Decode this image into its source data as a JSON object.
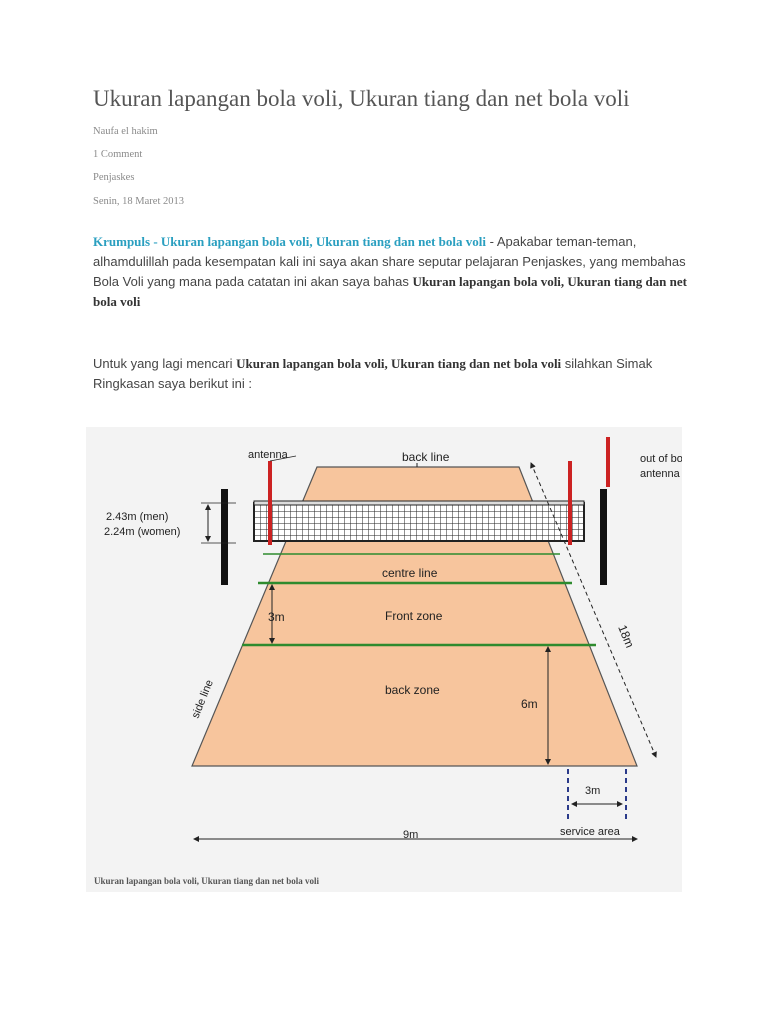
{
  "article": {
    "title": "Ukuran lapangan bola voli, Ukuran tiang dan net bola voli",
    "author": "Naufa el hakim",
    "comments": "1 Comment",
    "category": "Penjaskes",
    "date": "Senin, 18 Maret 2013"
  },
  "intro": {
    "link": "Krumpuls - Ukuran lapangan bola voli, Ukuran tiang dan net bola voli",
    "text1": " - Apakabar teman-teman, alhamdulillah pada kesempatan kali ini saya akan share seputar pelajaran Penjaskes, yang membahas Bola Voli yang mana pada catatan ini akan saya bahas ",
    "bold": "Ukuran lapangan bola voli, Ukuran tiang dan net bola voli"
  },
  "second": {
    "text1": "Untuk yang lagi mencari ",
    "bold": "Ukuran lapangan bola voli, Ukuran tiang dan net bola voli",
    "text2": " silahkan Simak Ringkasan saya berikut ini :"
  },
  "diagram": {
    "antenna": "antenna",
    "back_line": "back line",
    "out_of_bounds_1": "out of bounds",
    "out_of_bounds_2": "antenna",
    "net_men": "2.43m (men)",
    "net_women": "2.24m (women)",
    "centre_line": "centre line",
    "front_zone": "Front zone",
    "dim_3m": "3m",
    "dim_18m": "18m",
    "side_line": "side line",
    "back_zone": "back zone",
    "dim_6m": "6m",
    "dim_3m_service": "3m",
    "dim_9m": "9m",
    "service_area": "service area",
    "colors": {
      "court": "#f7c59d",
      "line": "#2e8b2e",
      "antenna": "#cc2222"
    }
  },
  "caption": "Ukuran lapangan bola voli, Ukuran tiang dan net bola voli"
}
